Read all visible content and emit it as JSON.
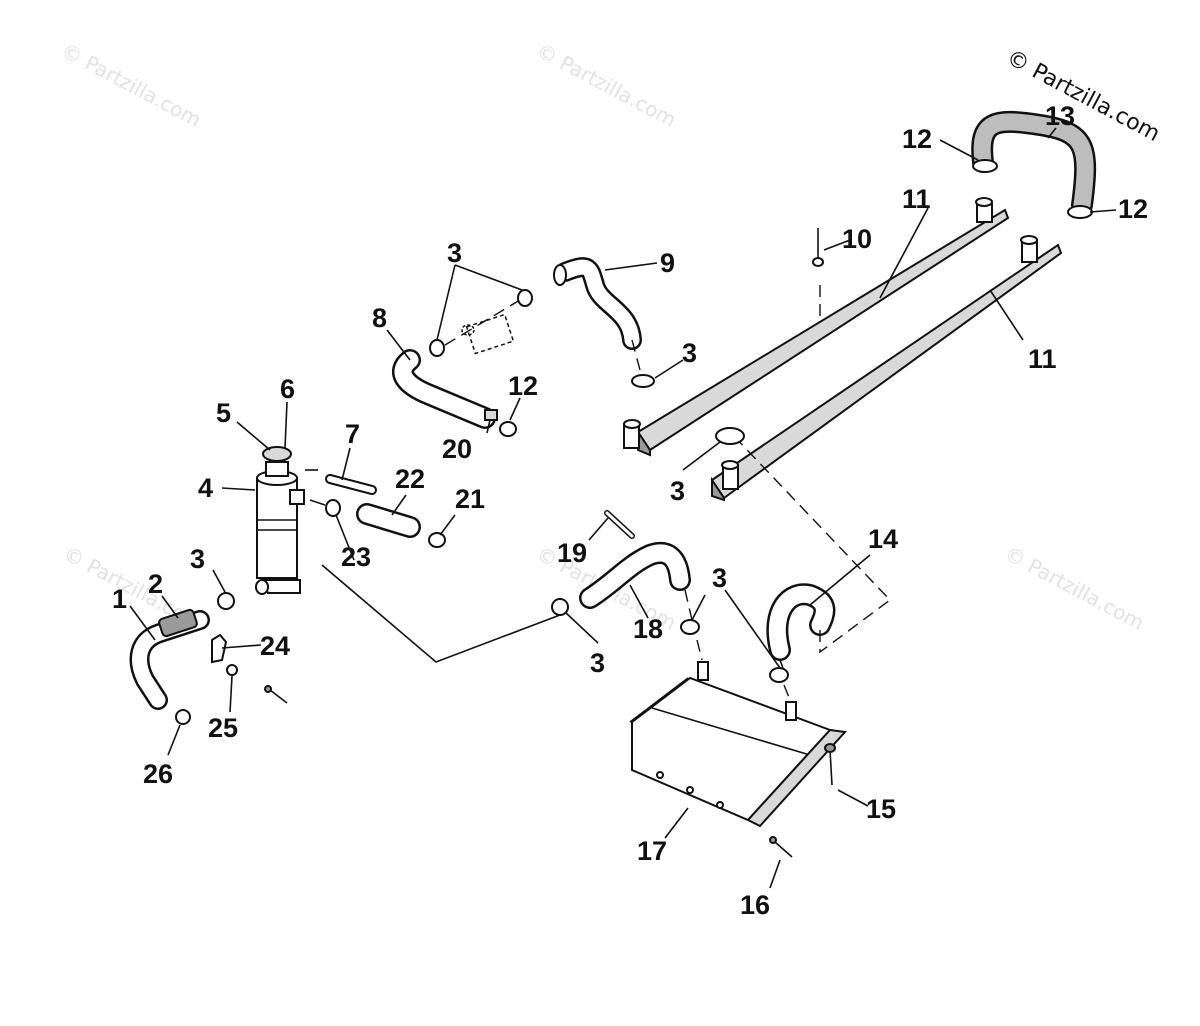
{
  "watermarks": {
    "text": "© Partzilla.com",
    "corner": "© Partzilla.com"
  },
  "callouts": [
    {
      "id": "c1",
      "label": "1"
    },
    {
      "id": "c2",
      "label": "2"
    },
    {
      "id": "c3a",
      "label": "3"
    },
    {
      "id": "c3b",
      "label": "3"
    },
    {
      "id": "c3c",
      "label": "3"
    },
    {
      "id": "c3d",
      "label": "3"
    },
    {
      "id": "c3e",
      "label": "3"
    },
    {
      "id": "c3f",
      "label": "3"
    },
    {
      "id": "c4",
      "label": "4"
    },
    {
      "id": "c5",
      "label": "5"
    },
    {
      "id": "c6",
      "label": "6"
    },
    {
      "id": "c7",
      "label": "7"
    },
    {
      "id": "c8",
      "label": "8"
    },
    {
      "id": "c9",
      "label": "9"
    },
    {
      "id": "c10",
      "label": "10"
    },
    {
      "id": "c11a",
      "label": "11"
    },
    {
      "id": "c11b",
      "label": "11"
    },
    {
      "id": "c12a",
      "label": "12"
    },
    {
      "id": "c12b",
      "label": "12"
    },
    {
      "id": "c12c",
      "label": "12"
    },
    {
      "id": "c13",
      "label": "13"
    },
    {
      "id": "c14",
      "label": "14"
    },
    {
      "id": "c15",
      "label": "15"
    },
    {
      "id": "c16",
      "label": "16"
    },
    {
      "id": "c17",
      "label": "17"
    },
    {
      "id": "c18",
      "label": "18"
    },
    {
      "id": "c19",
      "label": "19"
    },
    {
      "id": "c20",
      "label": "20"
    },
    {
      "id": "c21",
      "label": "21"
    },
    {
      "id": "c22",
      "label": "22"
    },
    {
      "id": "c23",
      "label": "23"
    },
    {
      "id": "c24",
      "label": "24"
    },
    {
      "id": "c25",
      "label": "25"
    },
    {
      "id": "c26",
      "label": "26"
    }
  ]
}
